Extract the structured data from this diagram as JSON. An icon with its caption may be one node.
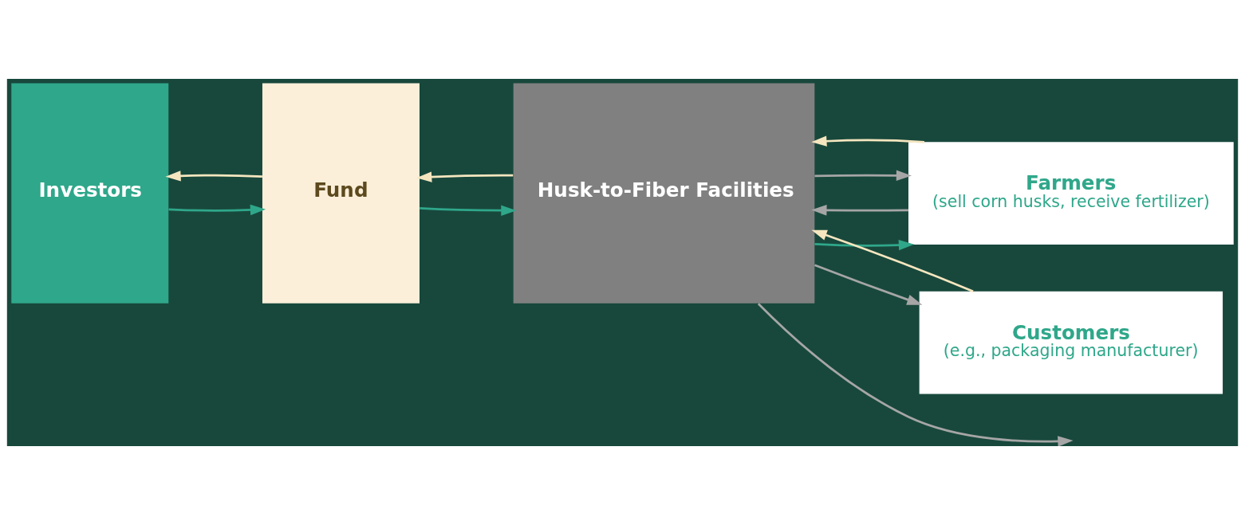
{
  "diagram": {
    "nodes": [
      {
        "text": [
          "Investors"
        ]
      },
      {
        "text": [
          "Fund"
        ]
      },
      {
        "text": [
          "Husk-to-Fiber Facilities"
        ]
      },
      {
        "text": [
          "Farmers",
          "(sell corn husks, receive fertilizer)"
        ]
      },
      {
        "text": [
          "Customers",
          "(e.g., packaging manufacturer)"
        ]
      }
    ],
    "edges": [
      {
        "from": 0,
        "to": 1,
        "arrow": "to",
        "color": "#2fa78a"
      },
      {
        "from": 1,
        "to": 0,
        "arrow": "to",
        "color": "#f5e6bf"
      },
      {
        "from": 1,
        "to": 2,
        "arrow": "to",
        "color": "#2fa78a"
      },
      {
        "from": 2,
        "to": 1,
        "arrow": "to",
        "color": "#f5e6bf"
      },
      {
        "from": 2,
        "to": 3,
        "arrow": "to",
        "color": "#2fa78a"
      },
      {
        "from": 3,
        "to": 2,
        "arrow": "to",
        "color": "#a6a6a6"
      },
      {
        "from": 2,
        "to": 3,
        "arrow": "to",
        "color": "#a6a6a6"
      },
      {
        "from": 3,
        "to": 2,
        "arrow": "to",
        "color": "#f5e6bf"
      },
      {
        "from": 4,
        "to": 2,
        "arrow": "to",
        "color": "#f5e6bf"
      },
      {
        "from": 2,
        "to": 4,
        "arrow": "to",
        "color": "#a6a6a6"
      },
      {
        "from": 2,
        "to": null,
        "arrow": "to",
        "color": "#a6a6a6"
      }
    ]
  }
}
